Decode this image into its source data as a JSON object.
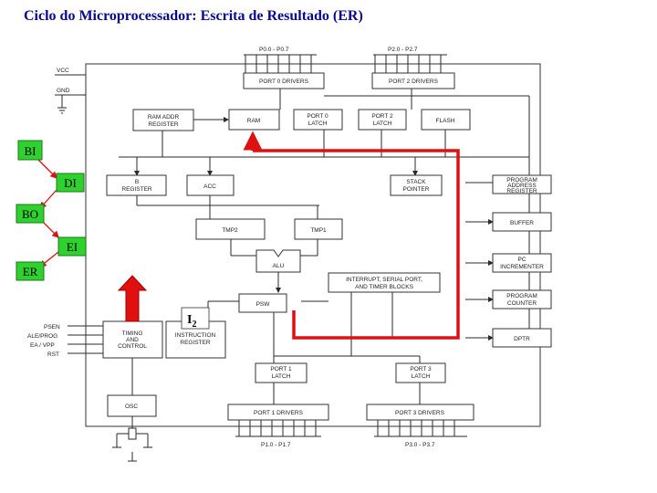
{
  "title": "Ciclo do Microprocessador: Escrita de Resultado (ER)",
  "pins": {
    "port0_bus": "P0.0 - P0.7",
    "port2_bus": "P2.0 - P2.7",
    "port1_bus": "P1.0 - P1.7",
    "port3_bus": "P3.0 - P3.7",
    "vcc": "VCC",
    "gnd": "GND",
    "psen": "PSEN",
    "ale_prog": "ALE/PROG",
    "ea_vpp": "EA / VPP",
    "rst": "RST"
  },
  "blocks": {
    "port0_drivers": "PORT 0 DRIVERS",
    "port2_drivers": "PORT 2 DRIVERS",
    "ram_addr_register": [
      "RAM ADDR",
      "REGISTER"
    ],
    "ram": "RAM",
    "port0_latch": [
      "PORT 0",
      "LATCH"
    ],
    "port2_latch": [
      "PORT 2",
      "LATCH"
    ],
    "flash": "FLASH",
    "b_register": [
      "B",
      "REGISTER"
    ],
    "acc": "ACC",
    "stack_pointer": [
      "STACK",
      "POINTER"
    ],
    "program_address_register": [
      "PROGRAM",
      "ADDRESS",
      "REGISTER"
    ],
    "buffer": "BUFFER",
    "tmp2": "TMP2",
    "tmp1": "TMP1",
    "alu": "ALU",
    "pc_incrementer": [
      "PC",
      "INCREMENTER"
    ],
    "interrupt": [
      "INTERRUPT, SERIAL PORT,",
      "AND TIMER BLOCKS"
    ],
    "psw": "PSW",
    "program_counter": [
      "PROGRAM",
      "COUNTER"
    ],
    "timing_control": [
      "TIMING",
      "AND",
      "CONTROL"
    ],
    "instruction_register": [
      "INSTRUCTION",
      "REGISTER"
    ],
    "dptr": "DPTR",
    "port1_latch": [
      "PORT 1",
      "LATCH"
    ],
    "port3_latch": [
      "PORT 3",
      "LATCH"
    ],
    "osc": "OSC",
    "port1_drivers": "PORT 1 DRIVERS",
    "port3_drivers": "PORT 3 DRIVERS"
  },
  "stages": [
    "BI",
    "DI",
    "BO",
    "EI",
    "ER"
  ],
  "instruction_label": {
    "main": "I",
    "sub": "2"
  },
  "colors": {
    "title": "#0a0a8c",
    "highlight_path": "#dd1111",
    "stage_badge": "#2fd12f",
    "stage_connector": "#dd1111",
    "arrow_up": "#e01010"
  }
}
